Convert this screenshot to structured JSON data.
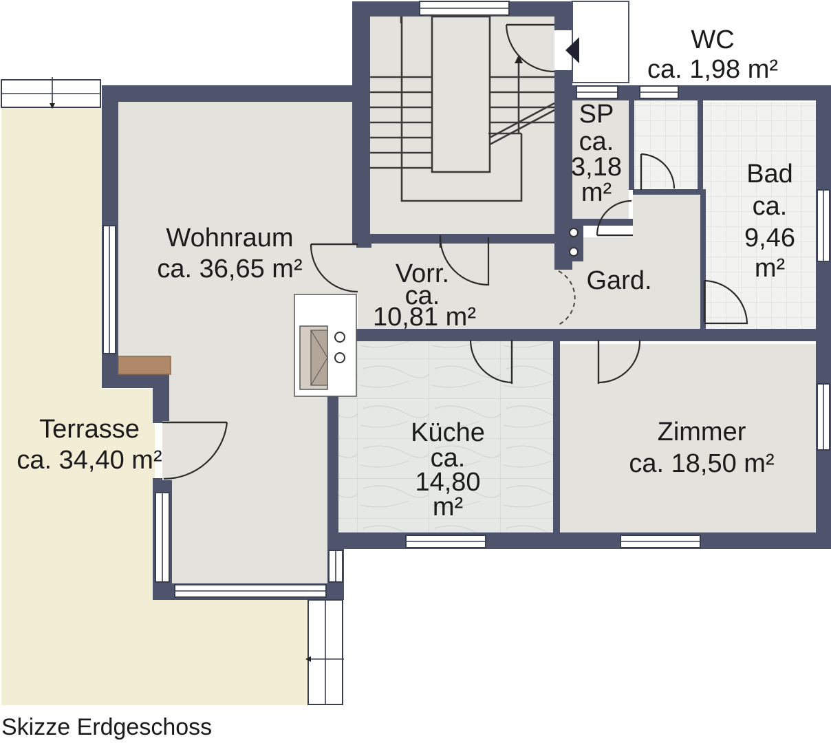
{
  "rooms": {
    "wc": {
      "name": "WC",
      "area": "ca. 1,98 m²"
    },
    "sp": {
      "name": "SP",
      "area_l1": "ca.",
      "area_l2": "3,18",
      "area_l3": "m²"
    },
    "bad": {
      "name": "Bad",
      "area_l1": "ca.",
      "area_l2": "9,46",
      "area_l3": "m²"
    },
    "wohnraum": {
      "name": "Wohnraum",
      "area": "ca. 36,65 m²"
    },
    "vorr": {
      "name": "Vorr.",
      "area_l1": "ca.",
      "area_l2": "10,81 m²"
    },
    "gard": {
      "name": "Gard."
    },
    "terrasse": {
      "name": "Terrasse",
      "area": "ca. 34,40 m²"
    },
    "kueche": {
      "name": "Küche",
      "area_l1": "ca.",
      "area_l2": "14,80",
      "area_l3": "m²"
    },
    "zimmer": {
      "name": "Zimmer",
      "area": "ca. 18,50 m²"
    }
  },
  "caption": "Skizze Erdgeschoss",
  "colors": {
    "wall": "#4d546b",
    "floor": "#e3e2dc",
    "terrace": "#f2edd5",
    "tile": "#f0f1ee",
    "kitchen_tile": "#e2e5e1",
    "window": "#ffffff",
    "fireplace": "#b08a68"
  },
  "icons": [
    "entrance-arrow-icon",
    "stove-icon",
    "fireplace-icon"
  ]
}
